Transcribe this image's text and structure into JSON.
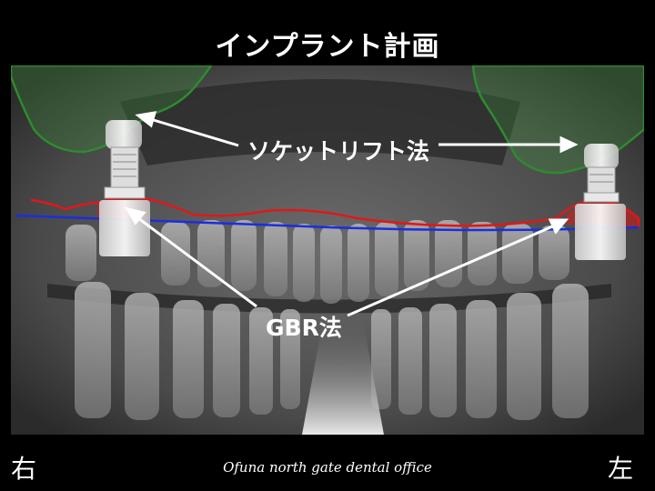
{
  "title": "インプラント計画",
  "annotations": {
    "socket_lift": "ソケットリフト法",
    "gbr": "GBR法"
  },
  "orientation": {
    "right_side": "右",
    "left_side": "左"
  },
  "footer": "Ofuna north gate dental office",
  "colors": {
    "sinus_outline": "#2e8b2e",
    "bone_graft": "#e01818",
    "occlusal_line": "#1a2ee0",
    "arrows": "#ffffff"
  }
}
